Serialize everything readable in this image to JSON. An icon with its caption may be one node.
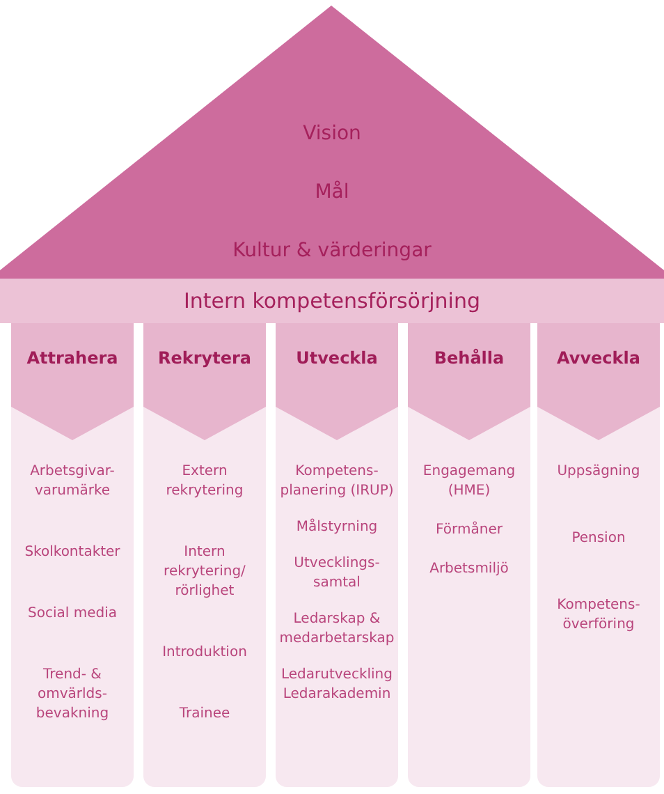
{
  "diagram": {
    "nodes": [
      {
        "text": [
          "Vision",
          "Mål",
          "Kultur & värderingar"
        ]
      },
      {
        "text": [
          "Intern kompetensförsörjning"
        ]
      },
      {
        "text": [
          "Attrahera",
          "Arbetsgivar-varumärke",
          "Skolkontakter",
          "Social media",
          "Trend- & omvärlds-bevakning"
        ]
      },
      {
        "text": [
          "Rekrytera",
          "Extern rekrytering",
          "Intern rekrytering/ rörlighet",
          "Introduktion",
          "Trainee"
        ]
      },
      {
        "text": [
          "Utveckla",
          "Kompetens-planering (IRUP)",
          "Målstyrning",
          "Utvecklings-samtal",
          "Ledarskap & medarbetarskap",
          "Ledarutveckling Ledarakademin"
        ]
      },
      {
        "text": [
          "Behålla",
          "Engagemang (HME)",
          "Förmåner",
          "Arbetsmiljö"
        ]
      },
      {
        "text": [
          "Avveckla",
          "Uppsägning",
          "Pension",
          "Kompetens-överföring"
        ]
      }
    ]
  }
}
